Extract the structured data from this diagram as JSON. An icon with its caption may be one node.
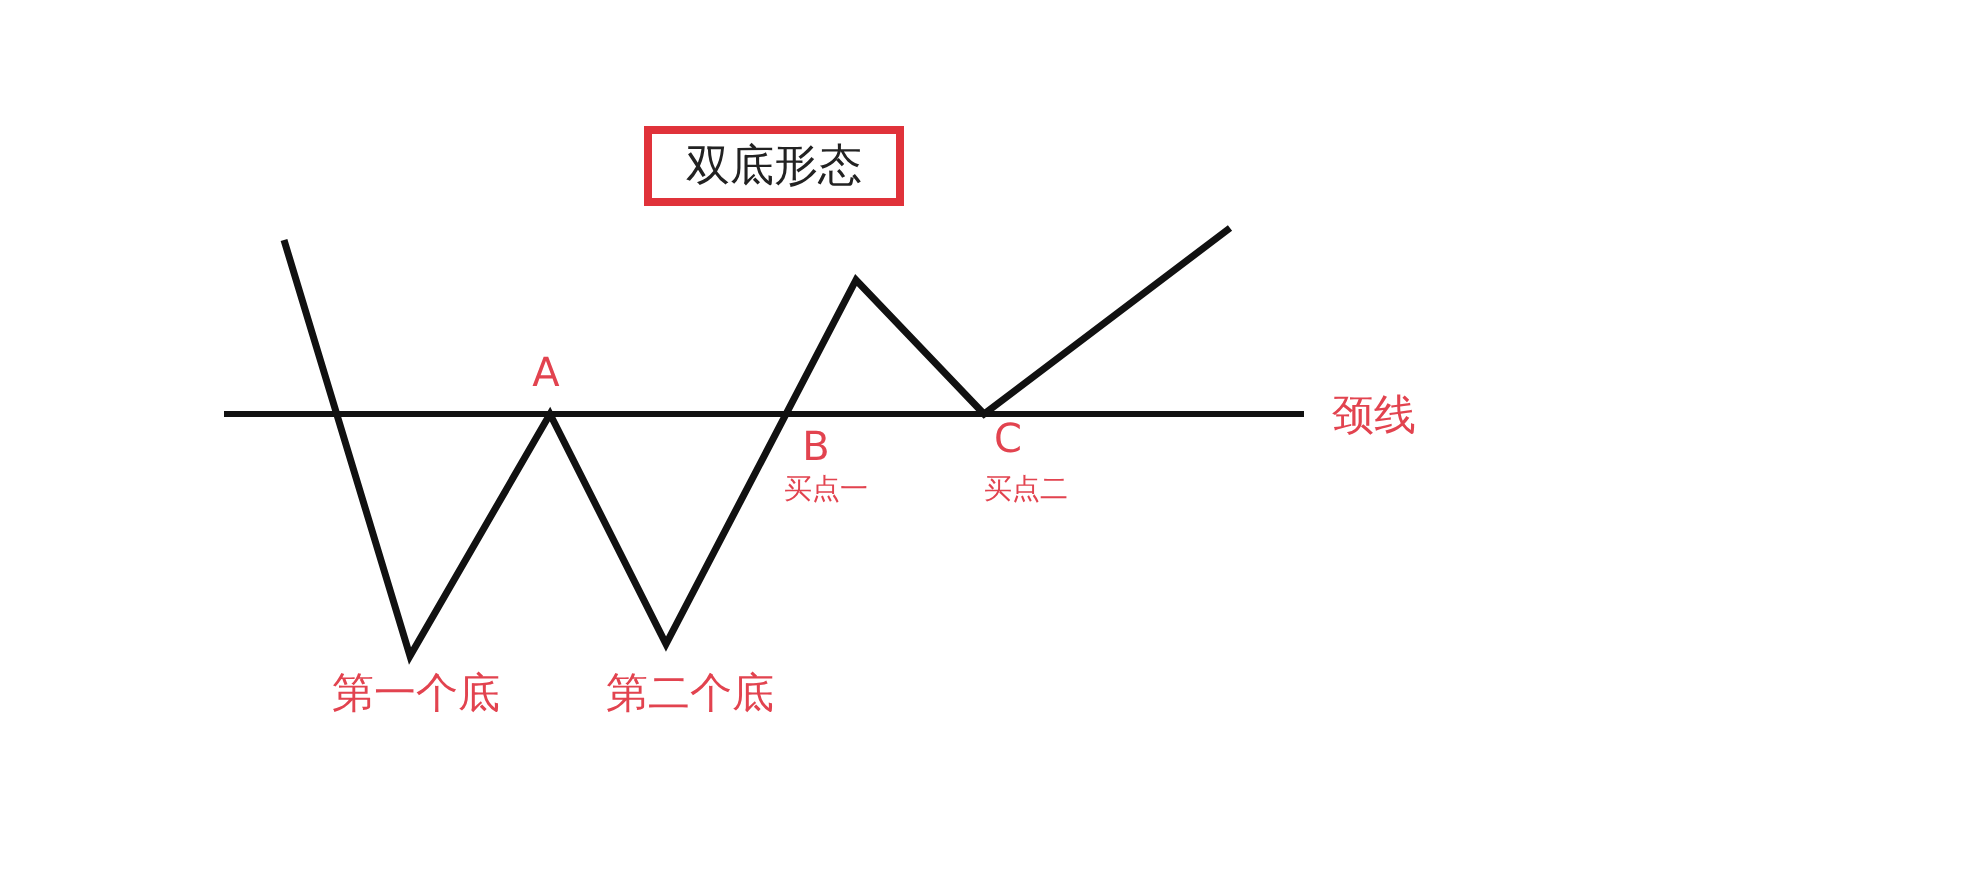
{
  "diagram": {
    "title": "双底形态",
    "labels": [
      "A",
      "B",
      "买点一",
      "C",
      "买点二",
      "第一个底",
      "第二个底",
      "颈线"
    ]
  }
}
